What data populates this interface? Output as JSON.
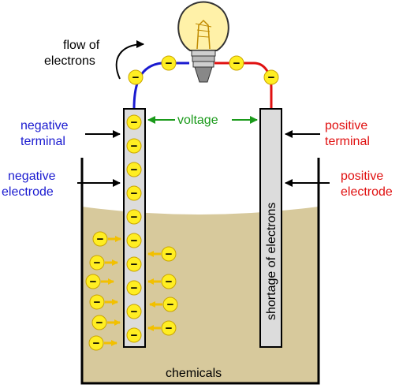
{
  "labels": {
    "flow_line1": "flow of",
    "flow_line2": "electrons",
    "voltage": "voltage",
    "neg_terminal_line1": "negative",
    "neg_terminal_line2": "terminal",
    "pos_terminal_line1": "positive",
    "pos_terminal_line2": "terminal",
    "neg_electrode_line1": "negative",
    "neg_electrode_line2": "electrode",
    "pos_electrode_line1": "positive",
    "pos_electrode_line2": "electrode",
    "shortage": "shortage of electrons",
    "chemicals": "chemicals"
  },
  "electron_symbol": "−",
  "colors": {
    "negative": "#1a1ad0",
    "positive": "#e01010",
    "voltage": "#1a9a1a",
    "liquid": "#d7c99c",
    "electron": "#ffee22",
    "electrode": "#dcdcdc"
  },
  "icons": [
    "light-bulb-icon",
    "electron-icon",
    "arrow-icon"
  ]
}
